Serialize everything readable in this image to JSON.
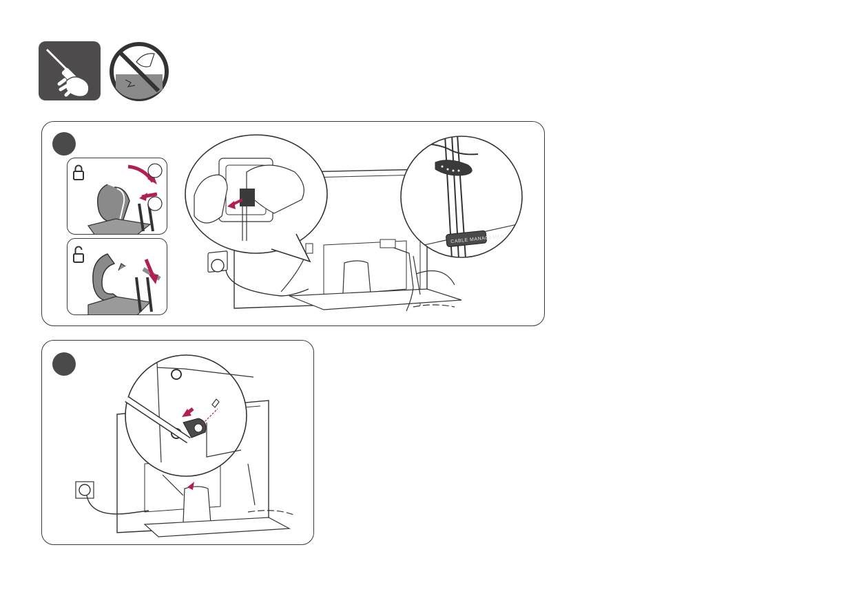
{
  "icons": {
    "tool": "screwdriver-hand-icon",
    "no_floor": "no-floor-prohibition-icon",
    "lock": "lock-closed-icon",
    "unlock": "lock-open-icon"
  },
  "steps": [
    {
      "name": "step-1"
    },
    {
      "name": "step-2"
    }
  ],
  "illustration": {
    "cable_holder_label": "CABLE MANAGEMENT"
  },
  "colors": {
    "accent": "#b21f4f",
    "dark": "#4a4a4a",
    "line": "#333333"
  }
}
